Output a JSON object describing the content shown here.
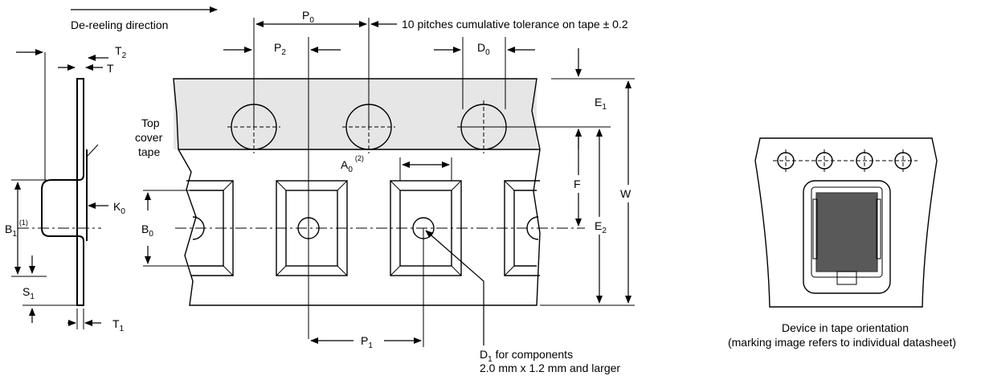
{
  "diagram": {
    "direction_label": "De-reeling direction",
    "p0_label": "P",
    "p0_sub": "0",
    "tolerance_note": "10 pitches cumulative tolerance on tape ± 0.2",
    "p2_label": "P",
    "p2_sub": "2",
    "d0_label": "D",
    "d0_sub": "0",
    "t2_label": "T",
    "t2_sub": "2",
    "t_label": "T",
    "top_cover_line1": "Top",
    "top_cover_line2": "cover",
    "top_cover_line3": "tape",
    "e1_label": "E",
    "e1_sub": "1",
    "a0_label": "A",
    "a0_sub": "0",
    "a0_note": "(2)",
    "f_label": "F",
    "w_label": "W",
    "e2_label": "E",
    "e2_sub": "2",
    "k0_label": "K",
    "k0_sub": "0",
    "b1_label": "B",
    "b1_sub": "1",
    "b1_note": "(1)",
    "b0_label": "B",
    "b0_sub": "0",
    "s1_label": "S",
    "s1_sub": "1",
    "t1_label": "T",
    "t1_sub": "1",
    "p1_label": "P",
    "p1_sub": "1",
    "d1_label": "D",
    "d1_sub": "1",
    "d1_text": " for components",
    "d1_line2": "2.0 mm x 1.2 mm and larger",
    "orientation_line1": "Device in tape orientation",
    "orientation_line2": "(marking image refers to individual datasheet)"
  },
  "colors": {
    "cover_tape_fill": "#e6e6e6",
    "device_body": "#595959",
    "device_outline": "#3a3a3a"
  }
}
